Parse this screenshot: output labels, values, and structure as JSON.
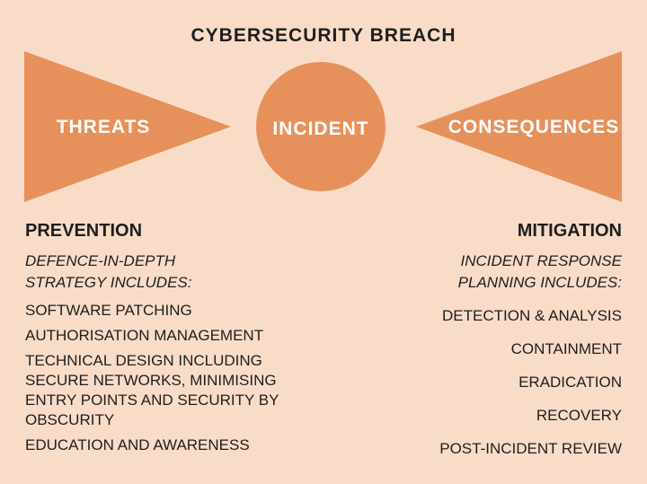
{
  "title": "CYBERSECURITY BREACH",
  "shapes": {
    "threats": "THREATS",
    "incident": "INCIDENT",
    "consequences": "CONSEQUENCES"
  },
  "colors": {
    "background": "#f8dcc8",
    "accent": "#e6915b",
    "text": "#1e1e1e"
  },
  "prevention": {
    "heading": "PREVENTION",
    "sub": [
      "DEFENCE-IN-DEPTH",
      "STRATEGY INCLUDES:"
    ],
    "items": [
      "SOFTWARE PATCHING",
      "AUTHORISATION MANAGEMENT",
      "TECHNICAL DESIGN INCLUDING SECURE NETWORKS, MINIMISING ENTRY POINTS AND SECURITY BY OBSCURITY",
      "EDUCATION AND AWARENESS"
    ]
  },
  "mitigation": {
    "heading": "MITIGATION",
    "sub": [
      "INCIDENT RESPONSE",
      "PLANNING INCLUDES:"
    ],
    "items": [
      "DETECTION & ANALYSIS",
      "CONTAINMENT",
      "ERADICATION",
      "RECOVERY",
      "POST-INCIDENT REVIEW"
    ]
  }
}
